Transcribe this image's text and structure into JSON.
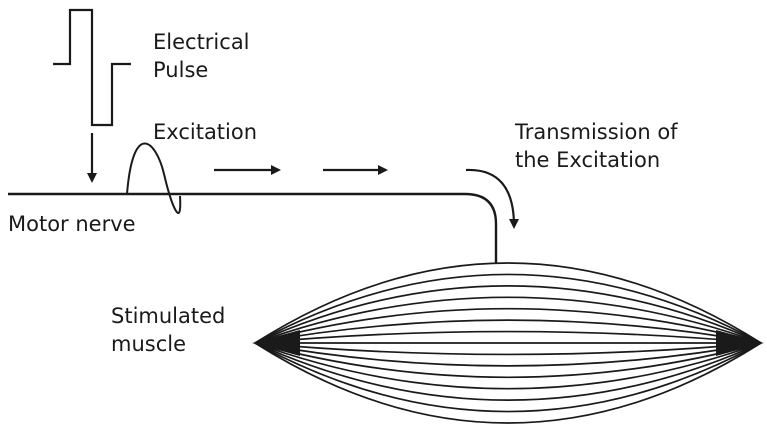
{
  "labels": {
    "electrical_pulse": [
      "Electrical",
      "Pulse"
    ],
    "excitation": "Excitation",
    "transmission": [
      "Transmission of",
      "the Excitation"
    ],
    "motor_nerve": "Motor nerve",
    "stimulated_muscle": [
      "Stimulated",
      "muscle"
    ]
  },
  "colors": {
    "stroke": "#1a1a1a",
    "background": "#ffffff"
  },
  "muscle": {
    "fiber_count": 15
  }
}
